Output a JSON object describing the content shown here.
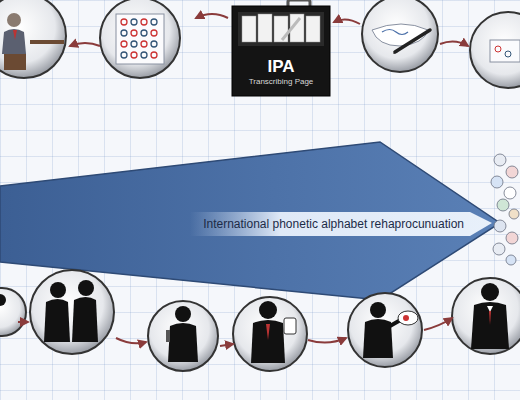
{
  "diagram": {
    "nodes": [
      {
        "text": [
          "IPA",
          "Transcribing Page"
        ]
      },
      {
        "text": [
          "International phonetic alphabet rehaprocunuation"
        ]
      }
    ]
  }
}
